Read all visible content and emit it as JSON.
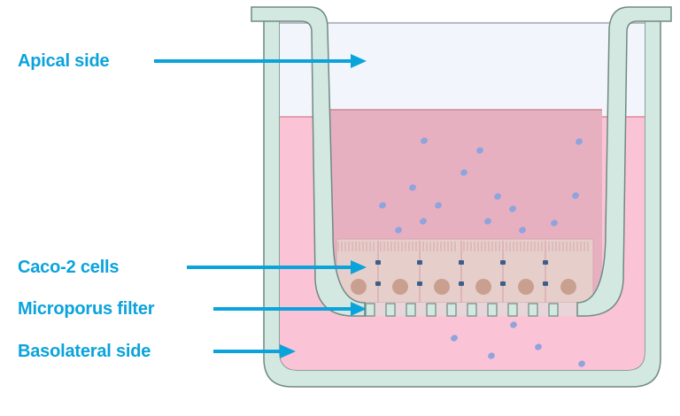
{
  "labels": {
    "apical": "Apical side",
    "caco2": "Caco-2 cells",
    "filter": "Microporus filter",
    "basolateral": "Basolateral side"
  },
  "colors": {
    "label_text": "#0aa3dc",
    "arrow": "#0aa3dc",
    "well_wall_fill": "#d3e8e1",
    "well_wall_stroke": "#6f8a82",
    "apical_air": "#f2f5fb",
    "medium_basolateral": "#fbc3d6",
    "medium_apical": "#e6b0c1",
    "cell_fill": "#e6cfcb",
    "nucleus": "#c9a08f",
    "molecule": "#8fa3dd",
    "tight_junction": "#3d5e8a"
  }
}
